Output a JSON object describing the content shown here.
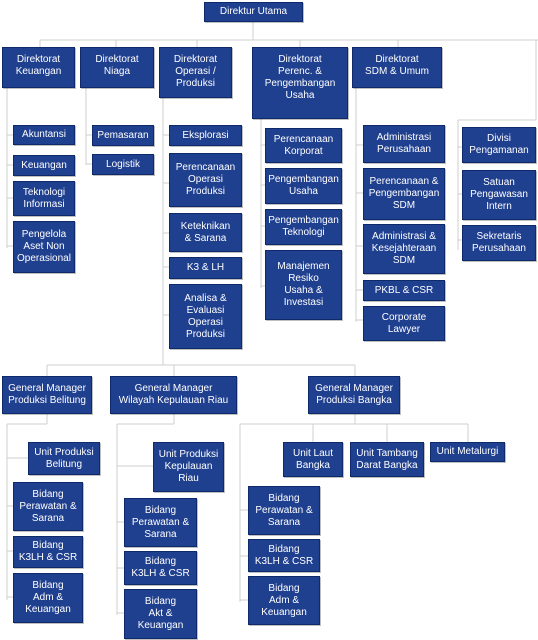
{
  "title": "Direktur Utama",
  "directorates": [
    "Direktorat\nKeuangan",
    "Direktorat\nNiaga",
    "Direktorat\nOperasi /\nProduksi",
    "Direktorat\nPerenc. &\nPengembangan\nUsaha",
    "Direktorat\nSDM & Umum"
  ],
  "keuangan_units": [
    "Akuntansi",
    "Keuangan",
    "Teknologi\nInformasi",
    "Pengelola\nAset Non\nOperasional"
  ],
  "niaga_units": [
    "Pemasaran",
    "Logistik"
  ],
  "operasi_units": [
    "Eksplorasi",
    "Perencanaan\nOperasi\nProduksi",
    "Keteknikan\n& Sarana",
    "K3 & LH",
    "Analisa &\nEvaluasi\nOperasi\nProduksi"
  ],
  "perencanaan_units": [
    "Perencanaan\nKorporat",
    "Pengembangan\nUsaha",
    "Pengembangan\nTeknologi",
    "Manajemen\nResiko\nUsaha &\nInvestasi"
  ],
  "sdm_units": [
    "Administrasi\nPerusahaan",
    "Perencanaan &\nPengembangan\nSDM",
    "Administrasi &\nKesejahteraan\nSDM",
    "PKBL & CSR",
    "Corporate\nLawyer"
  ],
  "right_units": [
    "Divisi\nPengamanan",
    "Satuan\nPengawasan\nIntern",
    "Sekretaris\nPerusahaan"
  ],
  "general_managers": [
    "General Manager\nProduksi Belitung",
    "General Manager\nWilayah Kepulauan Riau",
    "General Manager\nProduksi Bangka"
  ],
  "belitung": {
    "unit": "Unit Produksi\nBelitung",
    "bidang": [
      "Bidang\nPerawatan &\nSarana",
      "Bidang\nK3LH & CSR",
      "Bidang\nAdm &\nKeuangan"
    ]
  },
  "kepri": {
    "unit": "Unit Produksi\nKepulauan\nRiau",
    "bidang": [
      "Bidang\nPerawatan &\nSarana",
      "Bidang\nK3LH & CSR",
      "Bidang\nAkt &\nKeuangan"
    ]
  },
  "bangka": {
    "units": [
      "Unit Laut\nBangka",
      "Unit Tambang\nDarat Bangka",
      "Unit Metalurgi"
    ],
    "bidang": [
      "Bidang\nPerawatan &\nSarana",
      "Bidang\nK3LH & CSR",
      "Bidang\nAdm &\nKeuangan"
    ]
  },
  "colors": {
    "box_fill": "#1f3f8f",
    "box_text": "#ffffff",
    "line": "#cfcfcf"
  }
}
